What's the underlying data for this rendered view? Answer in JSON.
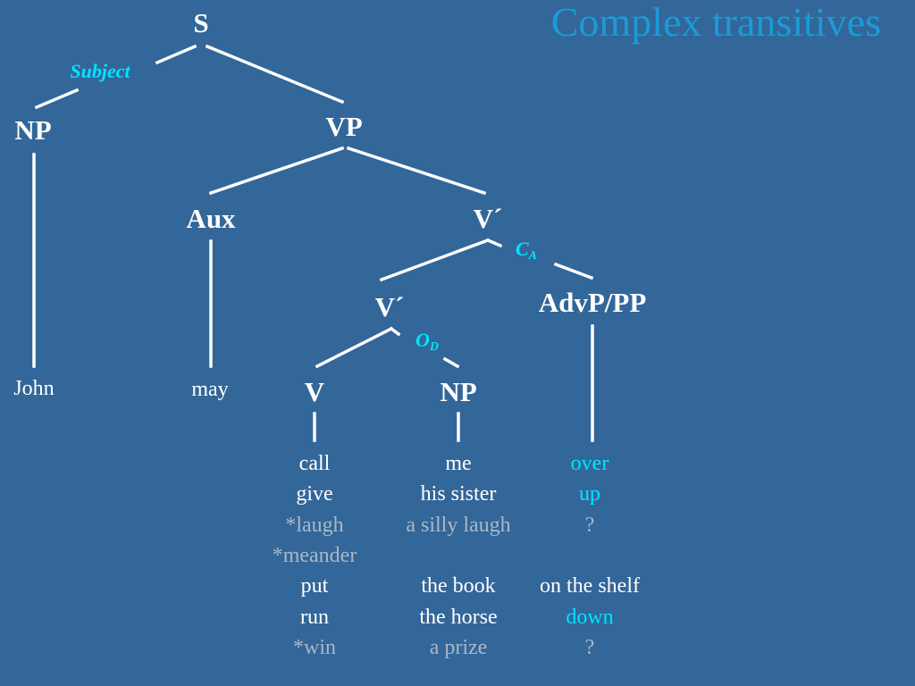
{
  "title": "Complex transitives",
  "nodes": {
    "s": "S",
    "np_subject": "NP",
    "vp": "VP",
    "aux": "Aux",
    "vbar_top": "V´",
    "vbar_mid": "V´",
    "advp_pp": "AdvP/PP",
    "v": "V",
    "np_object": "NP"
  },
  "functions": {
    "subject": "Subject",
    "ca": {
      "main": "C",
      "sub": "A"
    },
    "od": {
      "main": "O",
      "sub": "D"
    }
  },
  "leaves": {
    "john": "John",
    "may": "may"
  },
  "examples": [
    {
      "v": "call",
      "np": "me",
      "adv": "over",
      "v_style": "",
      "np_style": "",
      "adv_style": "hl"
    },
    {
      "v": "give",
      "np": "his sister",
      "adv": "up",
      "v_style": "",
      "np_style": "",
      "adv_style": "hl"
    },
    {
      "v": "*laugh",
      "np": "a silly laugh",
      "adv": "?",
      "v_style": "ng",
      "np_style": "ng",
      "adv_style": "ng"
    },
    {
      "v": "*meander",
      "np": "",
      "adv": "",
      "v_style": "ng",
      "np_style": "ng",
      "adv_style": "ng"
    },
    {
      "v": "put",
      "np": "the book",
      "adv": "on the shelf",
      "v_style": "",
      "np_style": "",
      "adv_style": ""
    },
    {
      "v": "run",
      "np": "the horse",
      "adv": "down",
      "v_style": "",
      "np_style": "",
      "adv_style": "hl"
    },
    {
      "v": "*win",
      "np": "a prize",
      "adv": "?",
      "v_style": "ng",
      "np_style": "ng",
      "adv_style": "ng"
    }
  ],
  "colors": {
    "background": "#336699",
    "title": "#1a9bd8",
    "function_label": "#00e5ff",
    "ungrammatical": "#a9b8c8",
    "text": "#ffffff"
  }
}
